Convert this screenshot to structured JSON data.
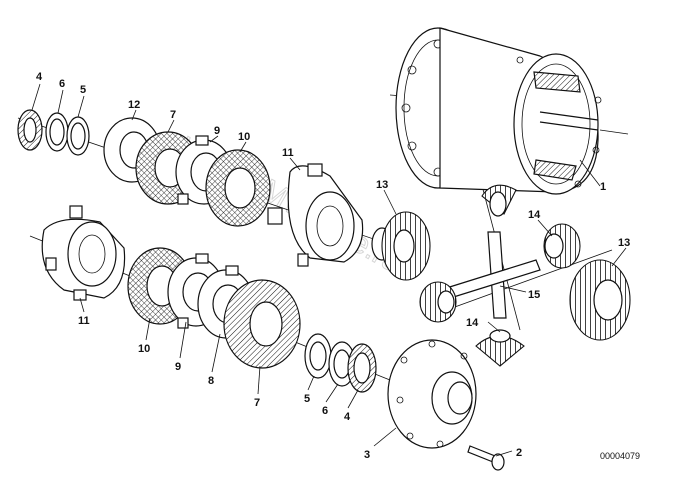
{
  "callouts": {
    "c1": "1",
    "c2": "2",
    "c3": "3",
    "c4a": "4",
    "c4b": "4",
    "c5a": "5",
    "c5b": "5",
    "c6a": "6",
    "c6b": "6",
    "c7a": "7",
    "c7b": "7",
    "c8": "8",
    "c9a": "9",
    "c9b": "9",
    "c10a": "10",
    "c10b": "10",
    "c11a": "11",
    "c11b": "11",
    "c12": "12",
    "c13a": "13",
    "c13b": "13",
    "c14a": "14",
    "c14b": "14",
    "c15": "15"
  },
  "diagram_number": "00004079",
  "watermark": "www.BMWstore.ru",
  "colors": {
    "ink": "#111111",
    "paper": "#ffffff",
    "watermark": "#b5b5b5"
  }
}
